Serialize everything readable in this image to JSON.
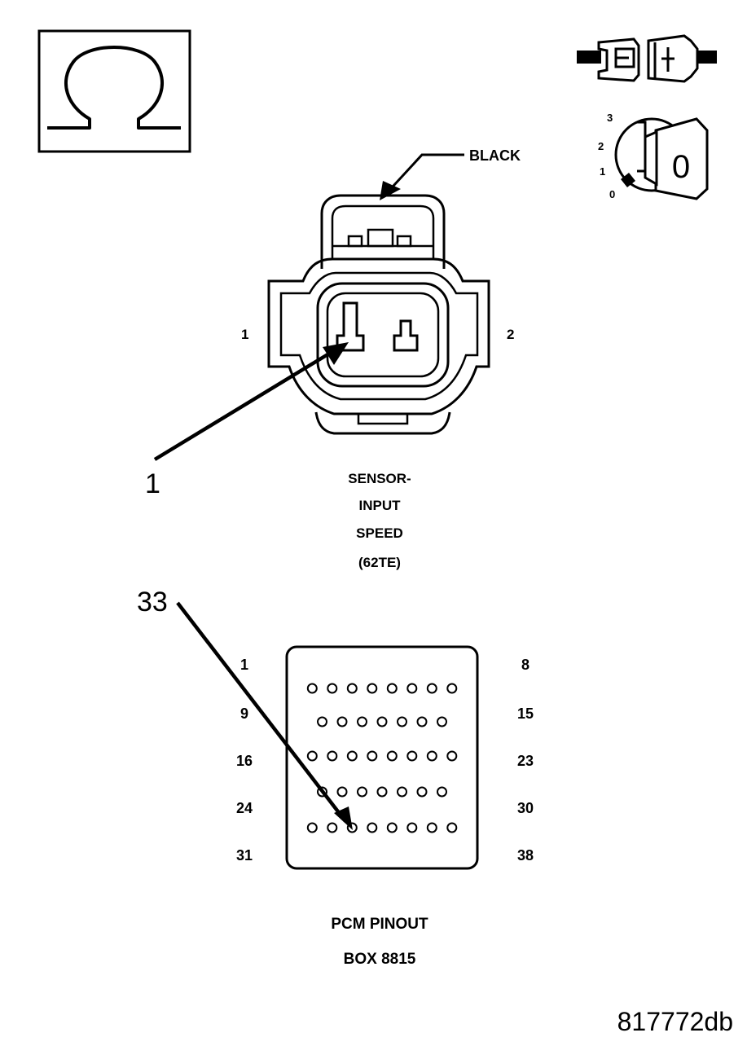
{
  "ohmmeter_symbol": "Ω",
  "ignition_key": {
    "positions": [
      "3",
      "2",
      "1",
      "0"
    ],
    "key_mark": "0"
  },
  "sensor_connector": {
    "color_label": "BLACK",
    "pin_left": "1",
    "pin_right": "2",
    "callout": "1",
    "caption": [
      "SENSOR-",
      "INPUT",
      "SPEED",
      "(62TE)"
    ]
  },
  "pcm_connector": {
    "callout": "33",
    "row_labels_left": [
      "1",
      "9",
      "16",
      "24",
      "31"
    ],
    "row_labels_right": [
      "8",
      "15",
      "23",
      "30",
      "38"
    ],
    "row_pin_counts": [
      8,
      7,
      8,
      7,
      8
    ],
    "caption": [
      "PCM PINOUT",
      "BOX 8815"
    ]
  },
  "figure_id": "817772db"
}
